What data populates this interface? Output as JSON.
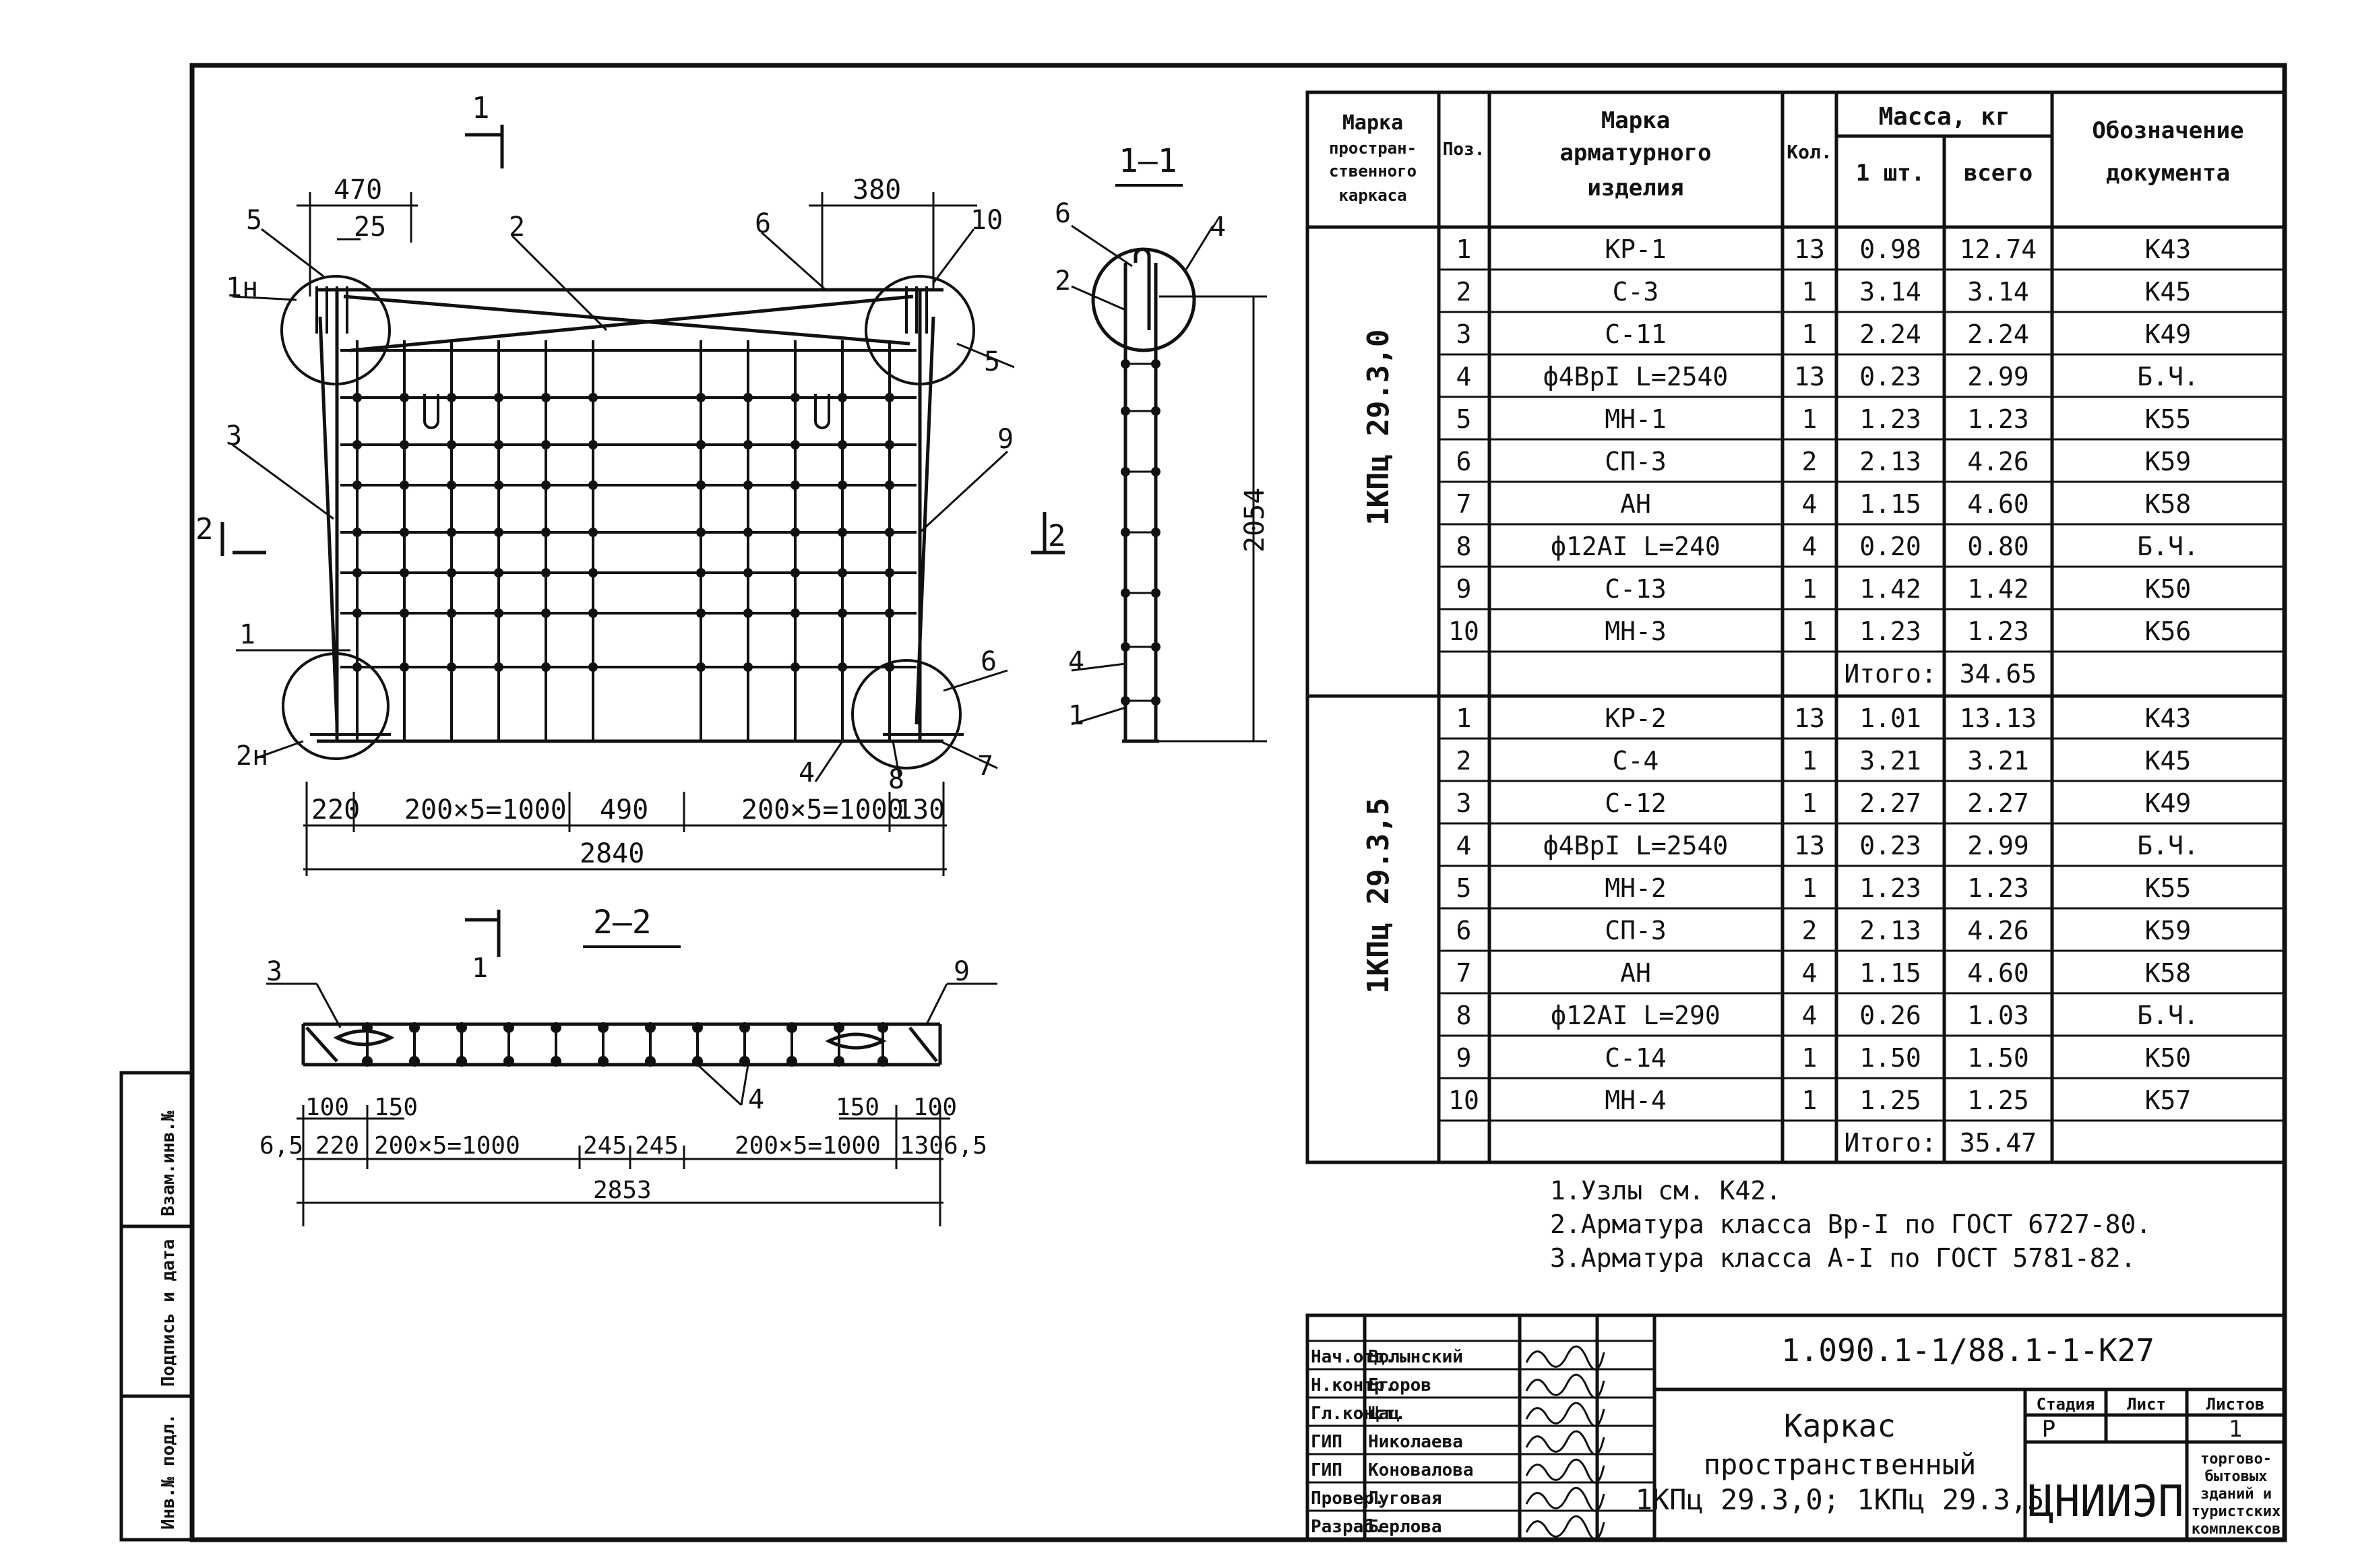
{
  "side_strip": [
    "Инв.№ подл.",
    "Подпись и дата",
    "Взам.инв.№"
  ],
  "plan": {
    "section_marks": [
      "1",
      "1",
      "2",
      "2"
    ],
    "callouts": [
      "5",
      "1н",
      "3",
      "2",
      "1",
      "2н",
      "6",
      "10",
      "5",
      "9",
      "6",
      "7",
      "4",
      "8"
    ],
    "dims_top": [
      "470",
      "25",
      "380"
    ],
    "dims_bottom": [
      "220",
      "200×5=1000",
      "490",
      "200×5=1000",
      "130"
    ],
    "total": "2840"
  },
  "section_11": {
    "title": "1–1",
    "callouts": [
      "6",
      "2",
      "4",
      "4",
      "1"
    ],
    "height": "2054"
  },
  "section_22": {
    "title": "2–2",
    "mark": "1",
    "callouts": [
      "3",
      "9",
      "4"
    ],
    "dims_small": [
      "100",
      "150",
      "150",
      "100"
    ],
    "dims_main": [
      "6,5",
      "220",
      "200×5=1000",
      "245",
      "245",
      "200×5=1000",
      "130",
      "6,5"
    ],
    "total": "2853"
  },
  "spec_table": {
    "headers": {
      "mark": [
        "Марка",
        "простран-",
        "ственного",
        "каркаса"
      ],
      "pos": "Поз.",
      "item": [
        "Марка",
        "арматурного",
        "изделия"
      ],
      "qty": "Кол.",
      "mass": "Масса, кг",
      "mass_one": "1 шт.",
      "mass_all": "всего",
      "doc": [
        "Обозначение",
        "документа"
      ]
    },
    "groups": [
      {
        "name": "1КПц 29.3,0",
        "rows": [
          {
            "pos": "1",
            "item": "КР-1",
            "qty": "13",
            "one": "0.98",
            "all": "12.74",
            "doc": "К43"
          },
          {
            "pos": "2",
            "item": "С-3",
            "qty": "1",
            "one": "3.14",
            "all": "3.14",
            "doc": "К45"
          },
          {
            "pos": "3",
            "item": "С-11",
            "qty": "1",
            "one": "2.24",
            "all": "2.24",
            "doc": "К49"
          },
          {
            "pos": "4",
            "item": "ф4ВрI L=2540",
            "qty": "13",
            "one": "0.23",
            "all": "2.99",
            "doc": "Б.Ч."
          },
          {
            "pos": "5",
            "item": "МН-1",
            "qty": "1",
            "one": "1.23",
            "all": "1.23",
            "doc": "К55"
          },
          {
            "pos": "6",
            "item": "СП-3",
            "qty": "2",
            "one": "2.13",
            "all": "4.26",
            "doc": "К59"
          },
          {
            "pos": "7",
            "item": "АН",
            "qty": "4",
            "one": "1.15",
            "all": "4.60",
            "doc": "К58"
          },
          {
            "pos": "8",
            "item": "ф12АI L=240",
            "qty": "4",
            "one": "0.20",
            "all": "0.80",
            "doc": "Б.Ч."
          },
          {
            "pos": "9",
            "item": "С-13",
            "qty": "1",
            "one": "1.42",
            "all": "1.42",
            "doc": "К50"
          },
          {
            "pos": "10",
            "item": "МН-3",
            "qty": "1",
            "one": "1.23",
            "all": "1.23",
            "doc": "К56"
          }
        ],
        "total_label": "Итого:",
        "total": "34.65"
      },
      {
        "name": "1КПц 29.3,5",
        "rows": [
          {
            "pos": "1",
            "item": "КР-2",
            "qty": "13",
            "one": "1.01",
            "all": "13.13",
            "doc": "К43"
          },
          {
            "pos": "2",
            "item": "С-4",
            "qty": "1",
            "one": "3.21",
            "all": "3.21",
            "doc": "К45"
          },
          {
            "pos": "3",
            "item": "С-12",
            "qty": "1",
            "one": "2.27",
            "all": "2.27",
            "doc": "К49"
          },
          {
            "pos": "4",
            "item": "ф4ВрI L=2540",
            "qty": "13",
            "one": "0.23",
            "all": "2.99",
            "doc": "Б.Ч."
          },
          {
            "pos": "5",
            "item": "МН-2",
            "qty": "1",
            "one": "1.23",
            "all": "1.23",
            "doc": "К55"
          },
          {
            "pos": "6",
            "item": "СП-3",
            "qty": "2",
            "one": "2.13",
            "all": "4.26",
            "doc": "К59"
          },
          {
            "pos": "7",
            "item": "АН",
            "qty": "4",
            "one": "1.15",
            "all": "4.60",
            "doc": "К58"
          },
          {
            "pos": "8",
            "item": "ф12АI L=290",
            "qty": "4",
            "one": "0.26",
            "all": "1.03",
            "doc": "Б.Ч."
          },
          {
            "pos": "9",
            "item": "С-14",
            "qty": "1",
            "one": "1.50",
            "all": "1.50",
            "doc": "К50"
          },
          {
            "pos": "10",
            "item": "МН-4",
            "qty": "1",
            "one": "1.25",
            "all": "1.25",
            "doc": "К57"
          }
        ],
        "total_label": "Итого:",
        "total": "35.47"
      }
    ]
  },
  "notes": [
    "1.Узлы см. К42.",
    "2.Арматура класса Вр-I по ГОСТ 6727-80.",
    "3.Арматура класса А-I по ГОСТ 5781-82."
  ],
  "title_block": {
    "code": "1.090.1-1/88.1-1-К27",
    "signatures": [
      {
        "role": "Нач.отд.",
        "name": "Волынский"
      },
      {
        "role": "Н.контр.",
        "name": "Егоров"
      },
      {
        "role": "Гл.конст.",
        "name": "Щац"
      },
      {
        "role": "ГИП",
        "name": "Николаева"
      },
      {
        "role": "ГИП",
        "name": "Коновалова"
      },
      {
        "role": "Провер.",
        "name": "Луговая"
      },
      {
        "role": "Разраб.",
        "name": "Берлова"
      }
    ],
    "title": [
      "Каркас",
      "пространственный",
      "1КПц 29.3,0; 1КПц 29.3,5"
    ],
    "stage_label": "Стадия",
    "sheet_label": "Лист",
    "sheets_label": "Листов",
    "stage": "Р",
    "sheet": "1",
    "org": "ЦНИИЭП",
    "org_sub": [
      "торгово-",
      "бытовых",
      "зданий и",
      "туристских",
      "комплексов"
    ]
  }
}
